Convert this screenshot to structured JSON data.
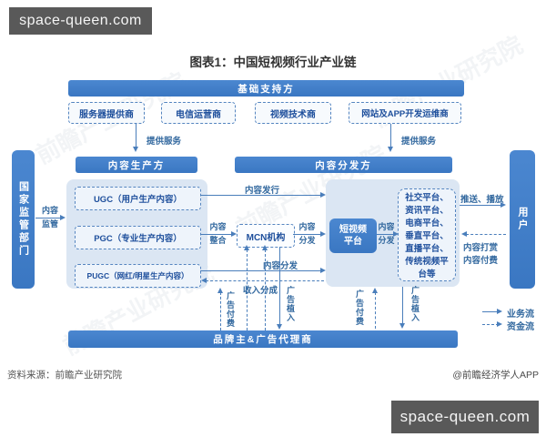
{
  "watermark": {
    "text": "space-queen.com"
  },
  "title": "图表1：中国短视频行业产业链",
  "colors": {
    "banner_blue": "#3d7cc7",
    "light_blue": "#dbe6f3",
    "line_blue": "#4a7ebb",
    "box_text_blue": "#1e4f9c",
    "watermark_bg": "#595959"
  },
  "infra": {
    "banner": "基础支持方",
    "service_label": "提供服务",
    "providers": [
      "服务器提供商",
      "电信运营商",
      "视频技术商",
      "网站及APP开发运维商"
    ]
  },
  "regulator": {
    "label": "国家监管部门",
    "flow": "内容监管"
  },
  "producer": {
    "banner": "内容生产方",
    "items": [
      "UGC（用户生产内容）",
      "PGC（专业生产内容）",
      "PUGC（网红/明星生产内容）"
    ]
  },
  "mcn": {
    "label": "MCN机构"
  },
  "distributor": {
    "banner": "内容分发方",
    "platform": "短视频平台",
    "channels": "社交平台、资讯平台、电商平台、垂直平台、直播平台、传统视频平台等"
  },
  "user": {
    "label": "用户",
    "push": "推送、播放",
    "tip": "内容打赏",
    "pay": "内容付费"
  },
  "advertiser": {
    "banner": "品牌主&广告代理商"
  },
  "flows": {
    "publish": "内容发行",
    "integrate": "内容整合",
    "distribute_mcn": "内容分发",
    "distribute_pugc": "内容分发",
    "distribute_platform": "内容分发",
    "revenue_share": "收入分成",
    "ad_pay_left": "广告付费",
    "ad_place_left": "广告植入",
    "ad_pay_right": "广告付费",
    "ad_place_right": "广告植入"
  },
  "legend": {
    "business": "业务流",
    "capital": "资金流"
  },
  "footer": {
    "source": "资料来源：前瞻产业研究院",
    "credit": "@前瞻经济学人APP"
  },
  "ghost": "前瞻产业研究院"
}
